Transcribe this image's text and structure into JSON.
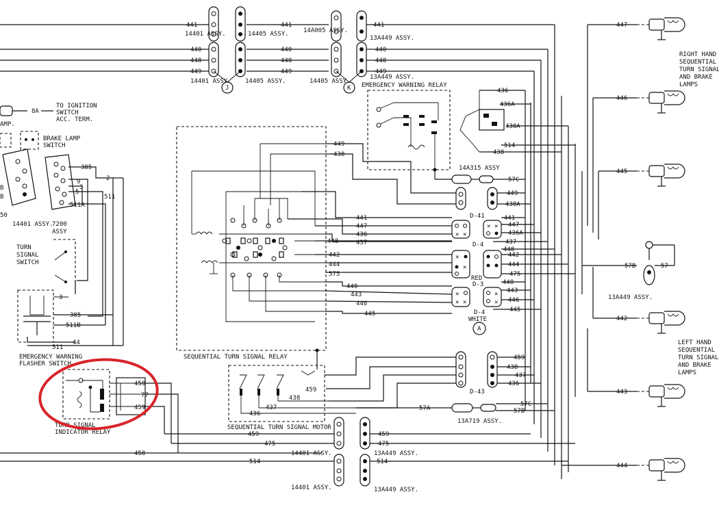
{
  "labels": {
    "relay_sequential": "SEQUENTIAL TURN SIGNAL RELAY",
    "motor_sequential": "SEQUENTIAL TURN SIGNAL MOTOR",
    "relay_indicator": "TURN SIGNAL INDICATOR RELAY",
    "flasher_emergency": "EMERGENCY WARNING FLASHER SWITCH",
    "relay_emergency": "EMERGENCY WARNING RELAY",
    "switch_turn": "TURN SIGNAL SWITCH",
    "switch_brake": "BRAKE LAMP SWITCH",
    "to_ignition": "TO IGNITION SWITCH ACC. TERM.",
    "rh_lamps": "RIGHT HAND SEQUENTIAL TURN SIGNAL AND BRAKE LAMPS",
    "lh_lamps": "LEFT HAND SEQUENTIAL TURN SIGNAL AND BRAKE LAMPS",
    "amp": "AMP.",
    "white": "WHITE",
    "red": "RED"
  },
  "assemblies": {
    "a14401": "14401 ASSY.",
    "a14405": "14405 ASSY.",
    "a14A005": "14A005 ASSY.",
    "a13A449": "13A449 ASSY.",
    "a14A315": "14A315 ASSY",
    "a13A719": "13A719 ASSY.",
    "a7200": "7200 ASSY"
  },
  "connectors": {
    "j": "J",
    "k": "K",
    "a": "A",
    "d41": "D-41",
    "d4": "D-4",
    "d3": "D-3",
    "d4b": "D-4",
    "d43": "D-43"
  },
  "circuits": {
    "c441": "441",
    "c440": "440",
    "c448": "448",
    "c449": "449",
    "c447": "447",
    "c446": "446",
    "c445": "445",
    "c442": "442",
    "c443": "443",
    "c444": "444",
    "c436": "436",
    "c436A": "436A",
    "c437": "437",
    "c438": "438",
    "c438A": "438A",
    "c514": "514",
    "c57C": "57C",
    "c57B": "57B",
    "c57A": "57A",
    "c57": "57",
    "c575": "575",
    "c475": "475",
    "c459": "459",
    "c458": "458",
    "c77": "77",
    "c511": "511",
    "c511A": "511A",
    "c511B": "511B",
    "c385": "385",
    "c44": "44",
    "c8A": "8A",
    "c2": "2",
    "c3": "3",
    "c5": "5",
    "c9": "9",
    "c50": "50",
    "cB": "B"
  },
  "highlight_color": "#d8242a"
}
